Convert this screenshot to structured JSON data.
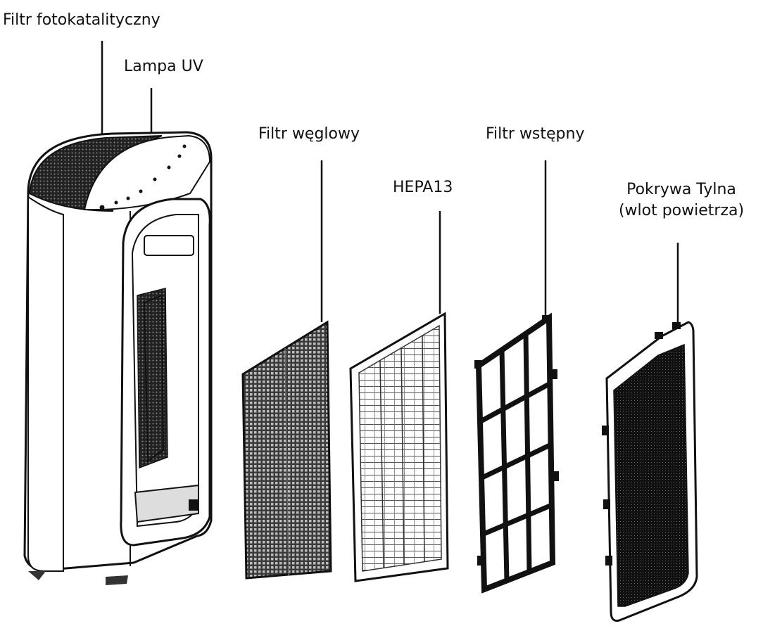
{
  "labels": {
    "photocatalytic_filter": "Filtr fotokatalityczny",
    "uv_lamp": "Lampa UV",
    "carbon_filter": "Filtr węglowy",
    "pre_filter": "Filtr wstępny",
    "hepa": "HEPA13",
    "back_cover_line1": "Pokrywa Tylna",
    "back_cover_line2": "(wlot powietrza)"
  },
  "colors": {
    "line": "#111111",
    "dark_mesh": "#2a2a2a",
    "black": "#111111",
    "white": "#ffffff"
  }
}
